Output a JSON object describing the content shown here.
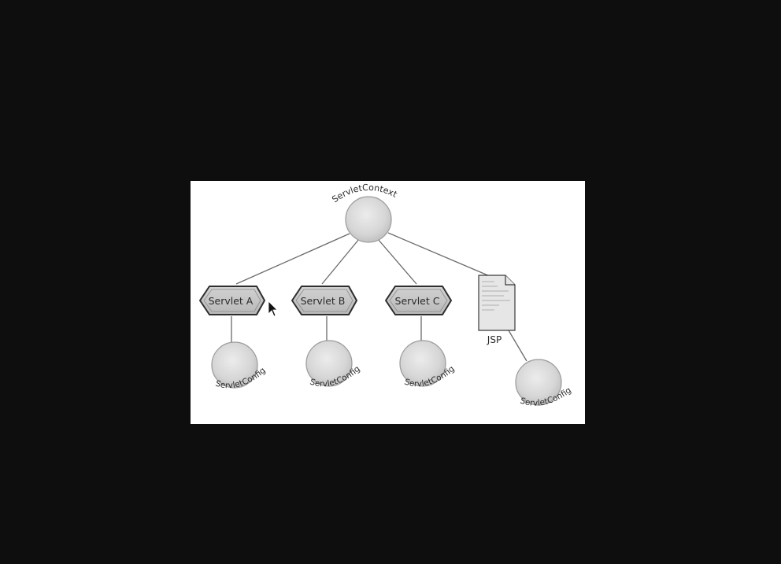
{
  "diagram": {
    "root": {
      "label": "ServletContext"
    },
    "children": [
      {
        "label": "Servlet A",
        "kind": "servlet",
        "config_label": "ServletConfig"
      },
      {
        "label": "Servlet B",
        "kind": "servlet",
        "config_label": "ServletConfig"
      },
      {
        "label": "Servlet C",
        "kind": "servlet",
        "config_label": "ServletConfig"
      },
      {
        "label": "JSP",
        "kind": "jsp",
        "config_label": "ServletConfig"
      }
    ]
  },
  "colors": {
    "page_background": "#0e0e0e",
    "slide_background": "#ffffff"
  }
}
